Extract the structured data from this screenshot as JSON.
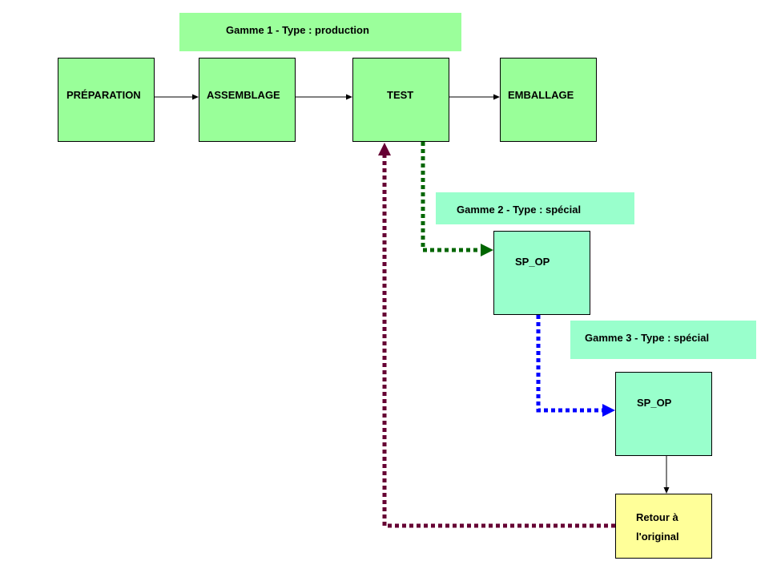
{
  "colors": {
    "banner_green": "#9BFF9B",
    "banner_teal": "#99FFCC",
    "box_green": "#99FF99",
    "box_teal": "#99FFCC",
    "box_yellow": "#FFFF99",
    "path_green": "#006600",
    "path_blue": "#0000FF",
    "path_maroon": "#660033"
  },
  "banners": {
    "gamme1": "Gamme 1 - Type : production",
    "gamme2": "Gamme 2 - Type : spécial",
    "gamme3": "Gamme 3 - Type : spécial"
  },
  "boxes": {
    "preparation": "PRÉPARATION",
    "assemblage": "ASSEMBLAGE",
    "test": "TEST",
    "emballage": "EMBALLAGE",
    "sp_op_1": "SP_OP",
    "sp_op_2": "SP_OP",
    "retour_line1": "Retour à",
    "retour_line2": "l'original"
  }
}
